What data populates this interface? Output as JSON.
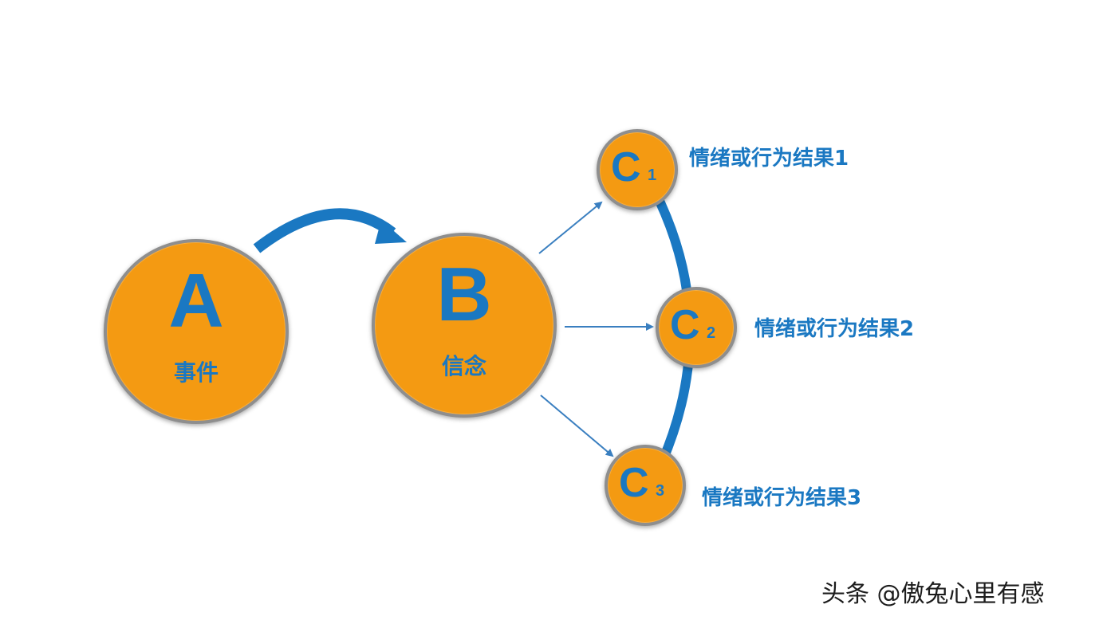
{
  "nodes": {
    "a": {
      "letter": "A",
      "label": "事件"
    },
    "b": {
      "letter": "B",
      "label": "信念"
    },
    "c1": {
      "letter": "C",
      "subscript": "1",
      "result": "情绪或行为结果1"
    },
    "c2": {
      "letter": "C",
      "subscript": "2",
      "result": "情绪或行为结果2"
    },
    "c3": {
      "letter": "C",
      "subscript": "3",
      "result": "情绪或行为结果3"
    }
  },
  "watermark": "头条 @傲兔心里有感",
  "colors": {
    "node_fill": "#f49a12",
    "node_border": "#8e8e8e",
    "text_blue": "#1a78c2",
    "arrow_blue": "#1a78c2",
    "thin_arrow": "#3a7fc0"
  }
}
